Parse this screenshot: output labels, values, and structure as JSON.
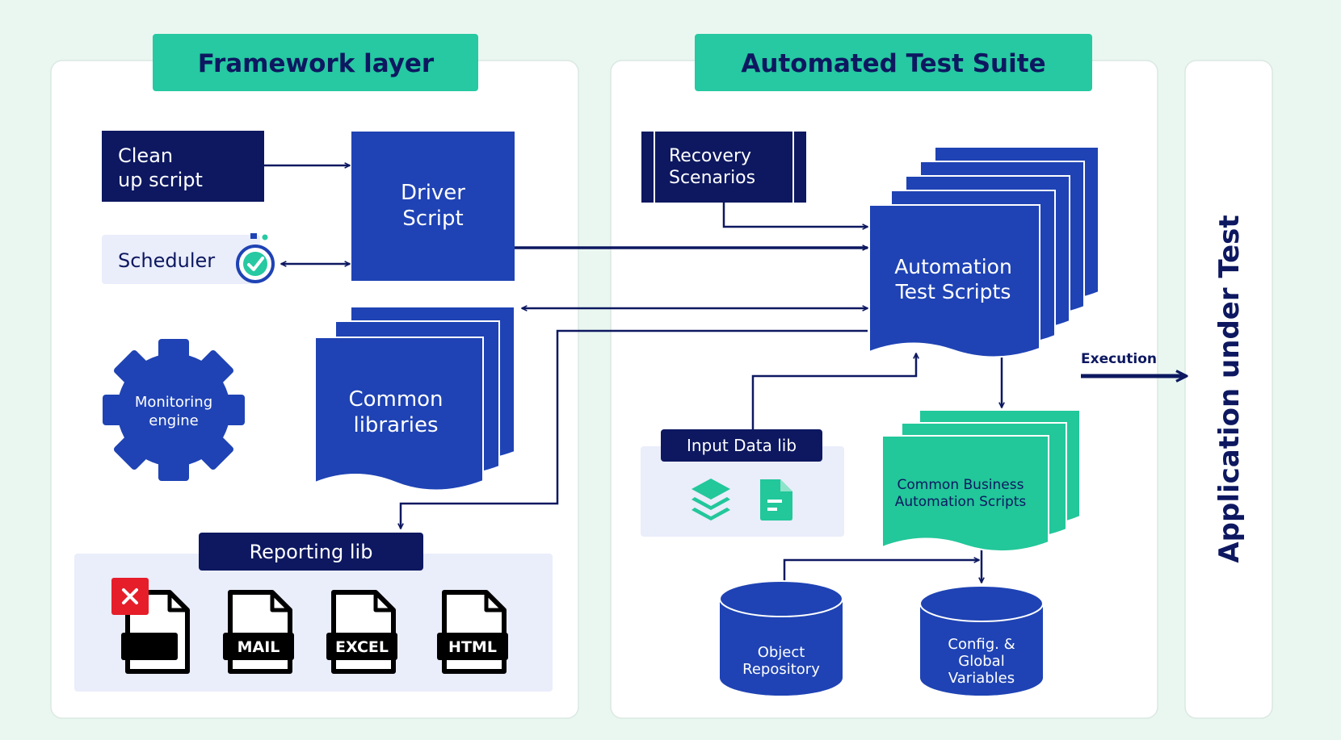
{
  "framework": {
    "header": "Framework layer",
    "cleanup": [
      "Clean",
      "up script"
    ],
    "scheduler": "Scheduler",
    "driver": [
      "Driver",
      "Script"
    ],
    "monitoring": [
      "Monitoring",
      "engine"
    ],
    "common_libraries": [
      "Common",
      "libraries"
    ],
    "reporting": {
      "header": "Reporting lib",
      "mail": "MAIL",
      "excel": "EXCEL",
      "html": "HTML"
    }
  },
  "suite": {
    "header": "Automated Test Suite",
    "recovery": [
      "Recovery",
      "Scenarios"
    ],
    "test_scripts": [
      "Automation",
      "Test Scripts"
    ],
    "input_data": "Input Data lib",
    "business_scripts": [
      "Common Business",
      "Automation Scripts"
    ],
    "object_repo": [
      "Object",
      "Repository"
    ],
    "config": [
      "Config. &",
      "Global",
      "Variables"
    ]
  },
  "execution_label": "Execution",
  "aut_label": "Application under Test",
  "colors": {
    "background": "#e9f7f0",
    "panel": "#ffffff",
    "header_teal": "#26c9a1",
    "navy": "#0d1860",
    "royal_blue": "#1f43b4",
    "green_doc": "#22c79a",
    "lavender": "#eaedfa",
    "red_badge": "#e51e2a"
  },
  "icons": [
    "clock-check-icon",
    "gear-icon",
    "layers-icon",
    "document-icon",
    "pdf-file-icon",
    "mail-file-icon",
    "excel-file-icon",
    "html-file-icon",
    "close-icon"
  ]
}
